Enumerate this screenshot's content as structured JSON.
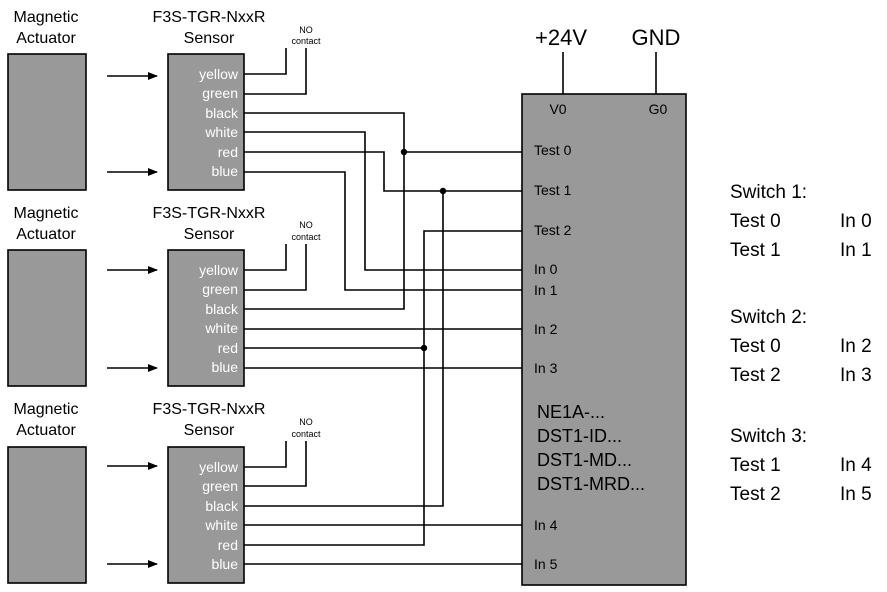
{
  "colors": {
    "box_fill": "#999999",
    "stroke": "#000000",
    "wire_label": "#ffffff"
  },
  "sensor_groups": [
    {
      "actuator_label": [
        "Magnetic",
        "Actuator"
      ],
      "sensor_label": [
        "F3S-TGR-NxxR",
        "Sensor"
      ],
      "no_contact": [
        "NO",
        "contact"
      ]
    },
    {
      "actuator_label": [
        "Magnetic",
        "Actuator"
      ],
      "sensor_label": [
        "F3S-TGR-NxxR",
        "Sensor"
      ],
      "no_contact": [
        "NO",
        "contact"
      ]
    },
    {
      "actuator_label": [
        "Magnetic",
        "Actuator"
      ],
      "sensor_label": [
        "F3S-TGR-NxxR",
        "Sensor"
      ],
      "no_contact": [
        "NO",
        "contact"
      ]
    }
  ],
  "wire_colors": [
    "yellow",
    "green",
    "black",
    "white",
    "red",
    "blue"
  ],
  "power": {
    "supply": "+24V",
    "ground": "GND"
  },
  "controller": {
    "terminals_top": [
      "V0",
      "G0"
    ],
    "terminals_left": [
      "Test 0",
      "Test 1",
      "Test 2",
      "In 0",
      "In 1",
      "In 2",
      "In 3",
      "In 4",
      "In 5"
    ],
    "models": [
      "NE1A-...",
      "DST1-ID...",
      "DST1-MD...",
      "DST1-MRD..."
    ]
  },
  "switch_table": [
    {
      "title": "Switch 1:",
      "rows": [
        [
          "Test 0",
          "In 0"
        ],
        [
          "Test 1",
          "In 1"
        ]
      ]
    },
    {
      "title": "Switch 2:",
      "rows": [
        [
          "Test 0",
          "In 2"
        ],
        [
          "Test 2",
          "In 3"
        ]
      ]
    },
    {
      "title": "Switch 3:",
      "rows": [
        [
          "Test 1",
          "In 4"
        ],
        [
          "Test 2",
          "In 5"
        ]
      ]
    }
  ]
}
